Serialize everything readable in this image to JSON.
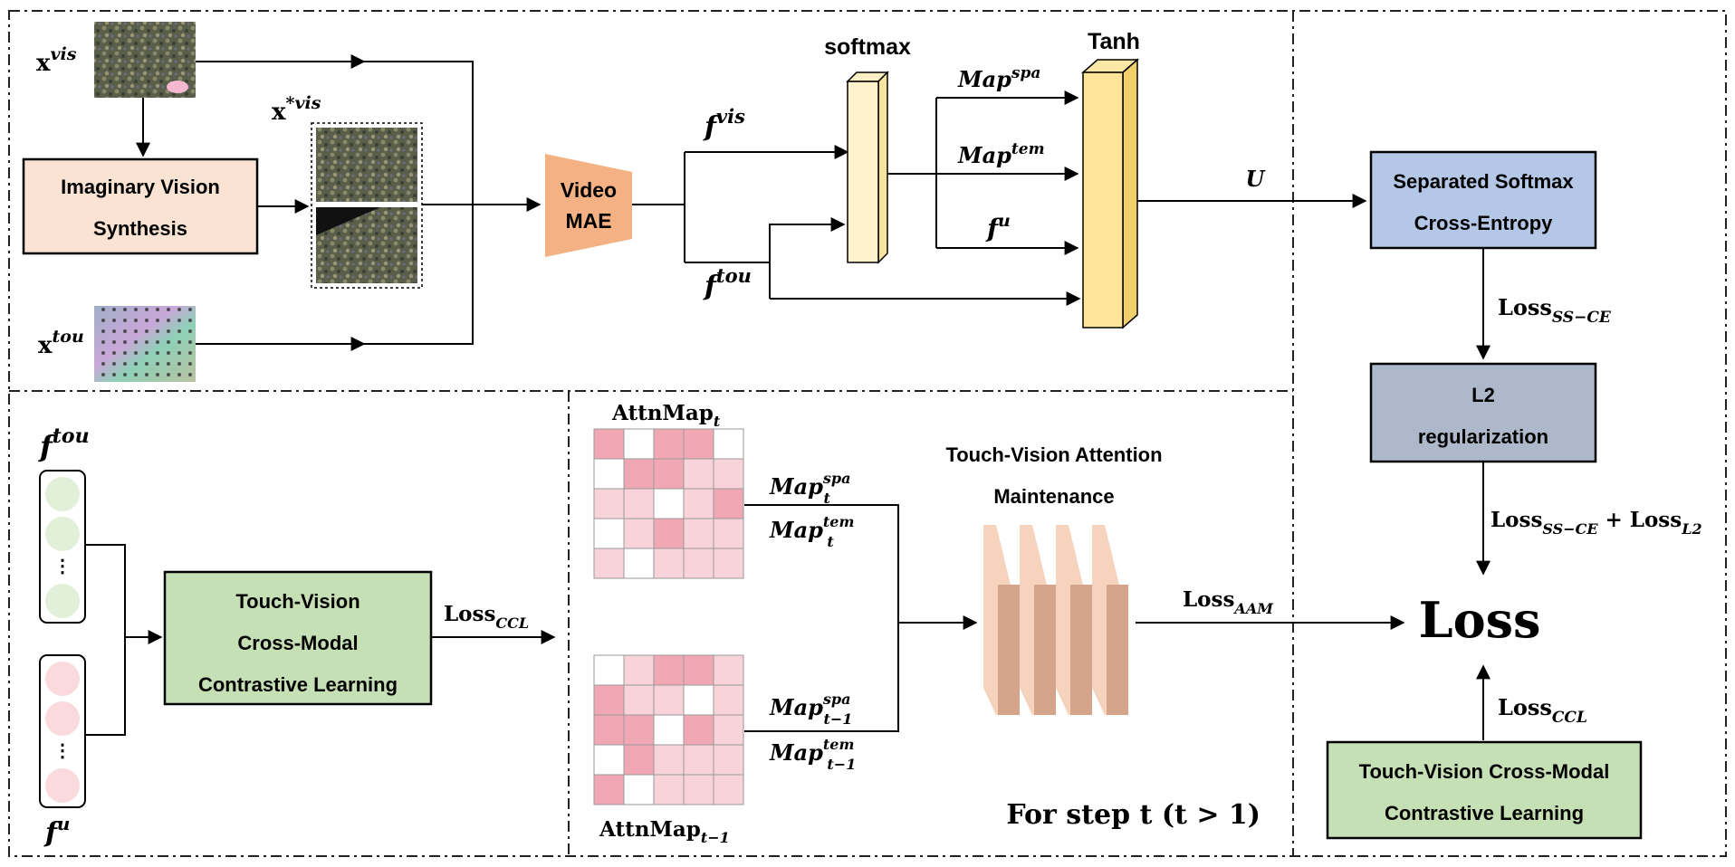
{
  "inputs": {
    "x_vis": {
      "base": "x",
      "sup": "vis"
    },
    "x_star_vis": {
      "base": "x",
      "sup": "*vis"
    },
    "x_tou": {
      "base": "x",
      "sup": "tou"
    }
  },
  "modules": {
    "ivs": {
      "line1": "Imaginary Vision",
      "line2": "Synthesis"
    },
    "video_mae": {
      "line1": "Video",
      "line2": "MAE"
    },
    "softmax": "softmax",
    "tanh": "Tanh",
    "ssce": {
      "line1": "Separated Softmax",
      "line2": "Cross-Entropy"
    },
    "l2": {
      "line1": "L2",
      "line2": "regularization"
    },
    "ccl_bottom": {
      "line1": "Touch-Vision",
      "line2": "Cross-Modal",
      "line3": "Contrastive Learning"
    },
    "ccl_right": {
      "line1": "Touch-Vision Cross-Modal",
      "line2": "Contrastive Learning"
    },
    "aam": {
      "line1": "Touch-Vision Attention",
      "line2": "Maintenance"
    }
  },
  "features": {
    "f_vis": {
      "base": "f",
      "sup": "vis"
    },
    "f_tou": {
      "base": "f",
      "sup": "tou"
    },
    "f_u": {
      "base": "f",
      "sup": "u"
    },
    "map_spa": {
      "base": "Map",
      "sup": "spa"
    },
    "map_tem": {
      "base": "Map",
      "sup": "tem"
    },
    "u": "U",
    "f_tou_left": {
      "base": "f",
      "sup": "tou"
    },
    "f_u_left": {
      "base": "f",
      "sup": "u"
    }
  },
  "attention": {
    "attn_t": {
      "base": "AttnMap",
      "sub": "t"
    },
    "attn_t1": {
      "base": "AttnMap",
      "sub": "t−1"
    },
    "map_t_spa": {
      "base": "Map",
      "sup": "spa",
      "sub": "t"
    },
    "map_t_tem": {
      "base": "Map",
      "sup": "tem",
      "sub": "t"
    },
    "map_t1_spa": {
      "base": "Map",
      "sup": "spa",
      "sub": "t−1"
    },
    "map_t1_tem": {
      "base": "Map",
      "sup": "tem",
      "sub": "t−1"
    },
    "grid_t": [
      [
        2,
        0,
        2,
        2,
        0
      ],
      [
        0,
        2,
        2,
        1,
        1
      ],
      [
        1,
        1,
        0,
        1,
        2
      ],
      [
        0,
        1,
        2,
        1,
        1
      ],
      [
        1,
        0,
        1,
        1,
        1
      ]
    ],
    "grid_t1": [
      [
        0,
        1,
        2,
        2,
        1
      ],
      [
        2,
        1,
        1,
        0,
        1
      ],
      [
        2,
        2,
        0,
        2,
        1
      ],
      [
        0,
        2,
        1,
        1,
        1
      ],
      [
        2,
        0,
        1,
        1,
        1
      ]
    ],
    "step_note": "For step t (t > 1)"
  },
  "losses": {
    "ss_ce": {
      "base": "Loss",
      "sub": "SS−CE"
    },
    "ss_ce_plus_l2": {
      "a": "Loss",
      "a_sub": "SS−CE",
      "plus": "+",
      "b": "Loss",
      "b_sub": "L2"
    },
    "ccl_bottom": {
      "base": "Loss",
      "sub": "CCL"
    },
    "ccl_right": {
      "base": "Loss",
      "sub": "CCL"
    },
    "aam": {
      "base": "Loss",
      "sub": "AAM"
    },
    "total": "Loss"
  },
  "legend_dots": {
    "ellipsis": "⋮"
  },
  "colors": {
    "ivs_fill": "#fbe3d3",
    "mae_fill": "#f4b183",
    "softmax_fill": "#fff2cc",
    "tanh_fill": "#ffe699",
    "ssce_fill": "#b4c7e7",
    "l2_fill": "#adb9ca",
    "ccl_fill": "#c5e0b4",
    "attn_high": "#f2a7b5",
    "attn_mid": "#f9d3da",
    "tou_dot": "#e2f0d9",
    "u_dot": "#fadadd",
    "aam_fill": "#f2c4a8"
  }
}
